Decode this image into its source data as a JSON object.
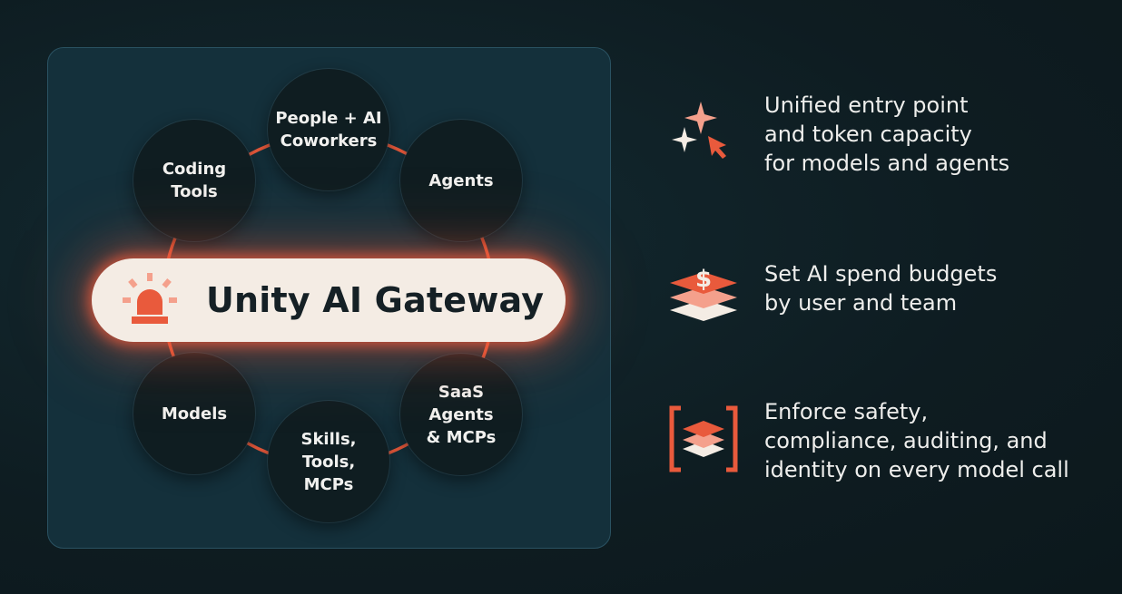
{
  "diagram": {
    "center_label": "Unity AI Gateway",
    "nodes": [
      {
        "id": "people",
        "label": "People + AI\nCoworkers"
      },
      {
        "id": "agents",
        "label": "Agents"
      },
      {
        "id": "saas",
        "label": "SaaS\nAgents\n& MCPs"
      },
      {
        "id": "skills",
        "label": "Skills,\nTools,\nMCPs"
      },
      {
        "id": "models",
        "label": "Models"
      },
      {
        "id": "coding",
        "label": "Coding\nTools"
      }
    ]
  },
  "features": [
    {
      "icon": "sparkle-cursor-icon",
      "text": "Unified entry point\nand token capacity\nfor models and agents"
    },
    {
      "icon": "dollar-layers-icon",
      "text": "Set AI spend budgets\nby user and team"
    },
    {
      "icon": "bracket-layers-icon",
      "text": "Enforce safety,\ncompliance, auditing, and\nidentity on every model call"
    }
  ],
  "colors": {
    "background": "#0f1f24",
    "panel": "#14303b",
    "accent": "#e95a3c",
    "accent_light": "#f4a08c",
    "cream": "#f4ece4",
    "node": "#0f1d21",
    "text": "#eeeeec"
  }
}
